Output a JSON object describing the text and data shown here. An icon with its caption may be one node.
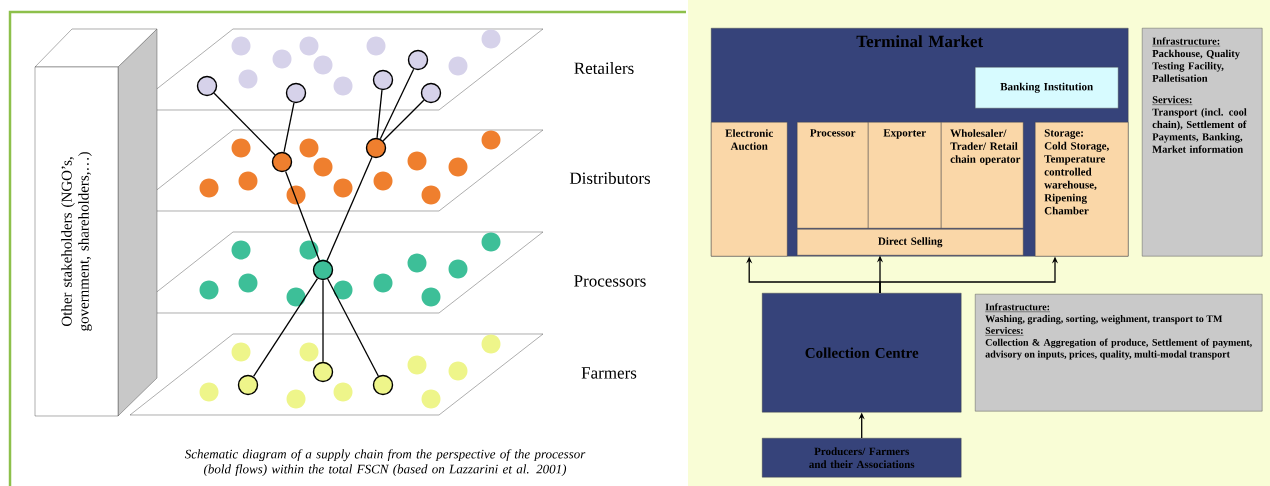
{
  "diagram": {
    "caption": "Schematic diagram of a supply chain from the perspective of the processor (bold flows) within the total FSCN (based on Lazzarini et al. 2001)",
    "nodes": [
      {
        "text": [
          "Other stakeholders (NGO’s, government, shareholders,…)"
        ]
      },
      {
        "text": [],
        "shape": "circle"
      },
      {
        "text": [],
        "shape": "circle"
      },
      {
        "text": [],
        "shape": "circle"
      },
      {
        "text": [],
        "shape": "circle"
      },
      {
        "text": [],
        "shape": "circle"
      },
      {
        "text": [],
        "shape": "circle"
      },
      {
        "text": [],
        "shape": "circle"
      },
      {
        "text": [],
        "shape": "circle"
      },
      {
        "text": [],
        "shape": "circle"
      },
      {
        "text": [],
        "shape": "circle"
      },
      {
        "text": [],
        "shape": "circle"
      },
      {
        "text": [
          "Terminal Market"
        ]
      },
      {
        "text": [
          "Banking Institution"
        ],
        "in": 12
      },
      {
        "text": [
          "Electronic Auction"
        ],
        "in": 12
      },
      {
        "text": [
          "Processor"
        ],
        "in": 12
      },
      {
        "text": [
          "Exporter"
        ],
        "in": 12
      },
      {
        "text": [
          "Wholesaler/ Trader/ Retail chain operator"
        ],
        "in": 12
      },
      {
        "text": [
          "Direct Selling"
        ],
        "in": 12
      },
      {
        "text": [
          "Storage: Cold Storage, Temperature controlled warehouse, Ripening Chamber"
        ],
        "in": 12
      },
      {
        "text": [
          "Infrastructure:",
          "Packhouse, Quality Testing Facility, Palletisation",
          "Services:",
          "Transport (incl. cool chain), Settlement of Payments, Banking, Market information"
        ]
      },
      {
        "text": [
          "Collection Centre"
        ]
      },
      {
        "text": [
          "Infrastructure:",
          "Washing, grading, sorting, weighment, transport to TM",
          "Services:",
          "Collection & Aggregation of produce, Settlement of payment, advisory on inputs, prices, quality, multi-modal transport"
        ]
      },
      {
        "text": [
          "Producers/ Farmers and their Associations"
        ]
      }
    ],
    "edges": [
      {
        "from": 6,
        "to": 1,
        "arrow": "none"
      },
      {
        "from": 6,
        "to": 2,
        "arrow": "none"
      },
      {
        "from": 7,
        "to": 3,
        "arrow": "none"
      },
      {
        "from": 7,
        "to": 4,
        "arrow": "none"
      },
      {
        "from": 7,
        "to": 5,
        "arrow": "none"
      },
      {
        "from": 8,
        "to": 6,
        "arrow": "none"
      },
      {
        "from": 8,
        "to": 7,
        "arrow": "none"
      },
      {
        "from": 9,
        "to": 8,
        "arrow": "none"
      },
      {
        "from": 10,
        "to": 8,
        "arrow": "none"
      },
      {
        "from": 11,
        "to": 8,
        "arrow": "none"
      },
      {
        "from": 23,
        "to": 21,
        "arrow": "to"
      },
      {
        "from": 21,
        "to": 14,
        "arrow": "to"
      },
      {
        "from": 21,
        "to": 18,
        "arrow": "to"
      },
      {
        "from": 21,
        "to": 19,
        "arrow": "to"
      }
    ],
    "labels": [
      "Retailers",
      "Distributors",
      "Processors",
      "Farmers"
    ]
  }
}
